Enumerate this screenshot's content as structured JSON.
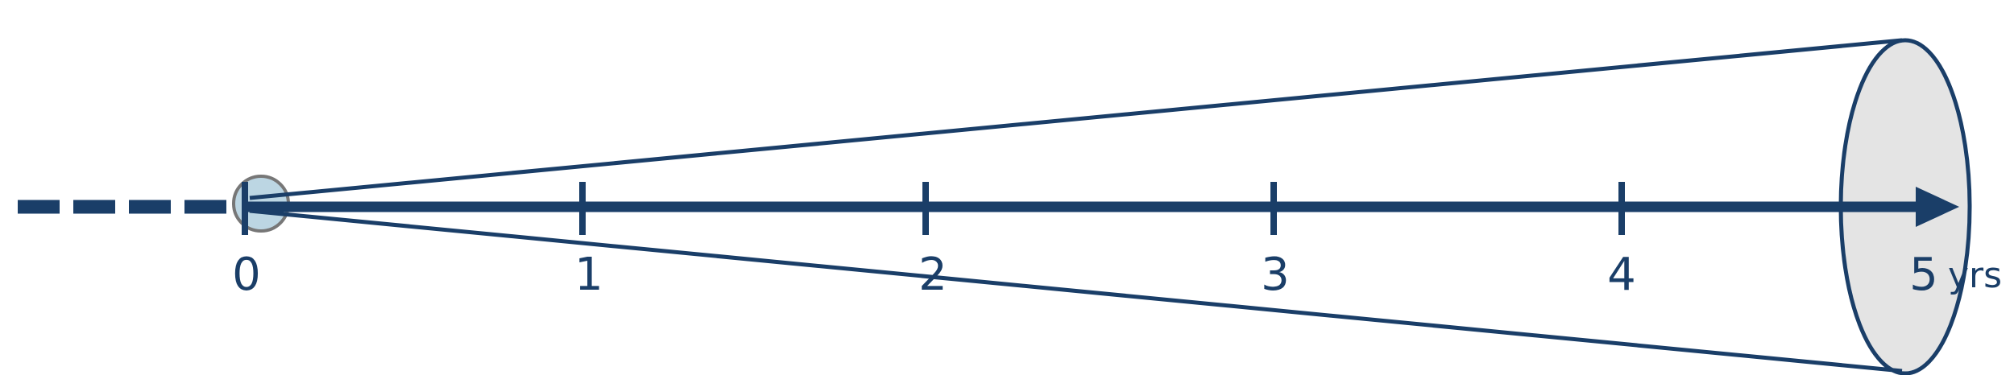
{
  "diagram": {
    "ticks": [
      "0",
      "1",
      "2",
      "3",
      "4",
      "5"
    ],
    "unit": "yrs",
    "colors": {
      "line": "#1a3e68",
      "origin_fill": "#bcd6e3",
      "origin_stroke": "#777777",
      "cone_end_fill": "#e4e4e4"
    }
  }
}
